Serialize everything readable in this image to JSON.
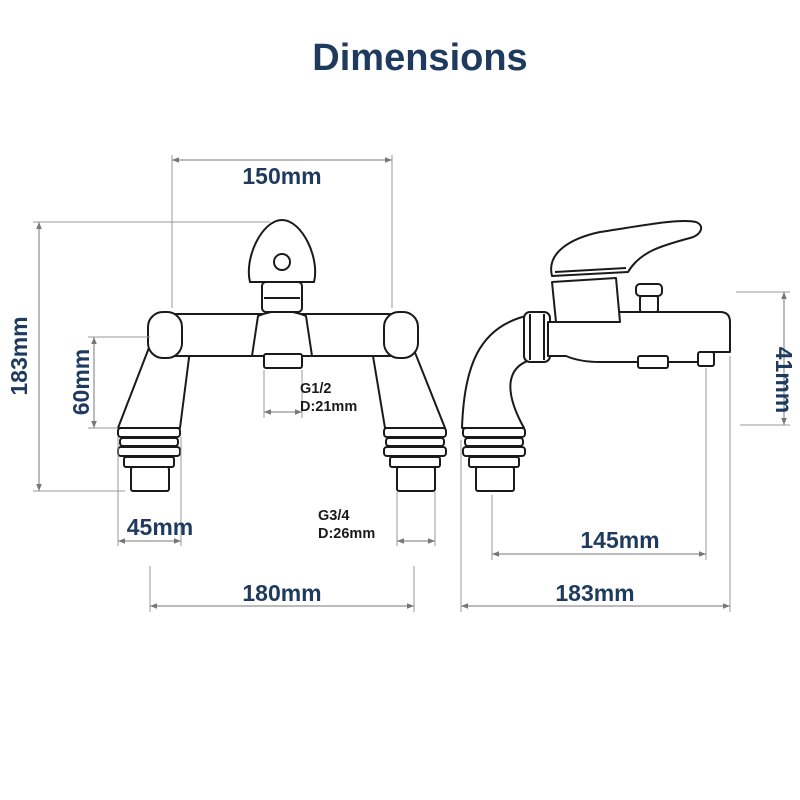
{
  "title": "Dimensions",
  "colors": {
    "text": "#1f3a5f",
    "line": "#1a1a1a",
    "dimension_line": "#777777"
  },
  "dimensions": {
    "top_width": "150mm",
    "overall_height": "183mm",
    "leg_height": "60mm",
    "side_height": "41mm",
    "leg_width": "45mm",
    "base_width": "180mm",
    "spout_reach": "145mm",
    "side_depth": "183mm"
  },
  "threads": {
    "outlet_size": "G1/2",
    "outlet_diameter": "D:21mm",
    "inlet_size": "G3/4",
    "inlet_diameter": "D:26mm"
  }
}
